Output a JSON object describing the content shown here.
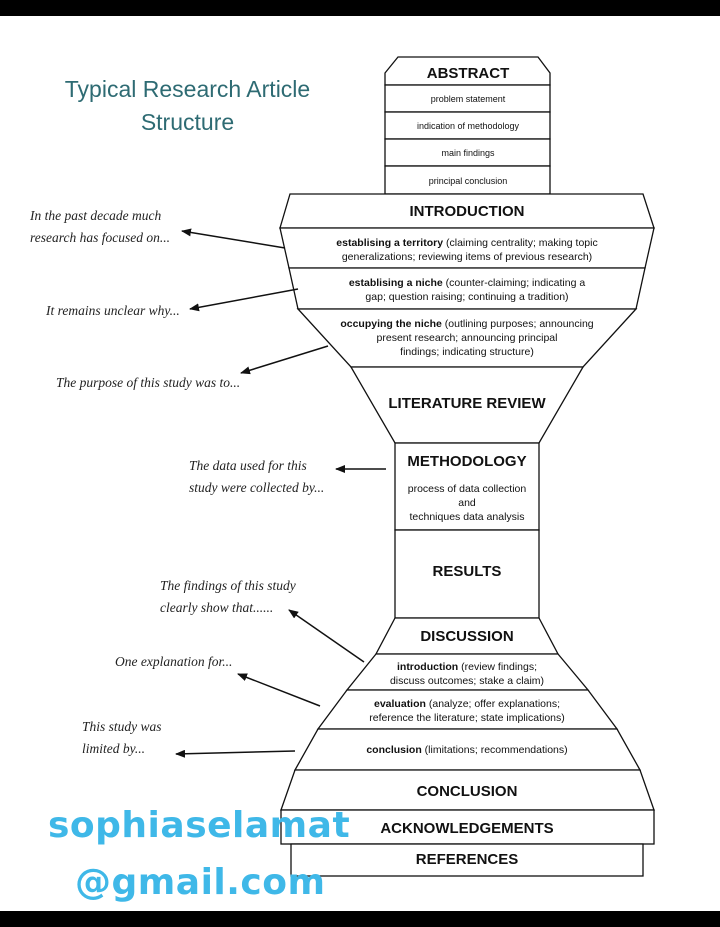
{
  "title": [
    "Typical Research Article",
    "Structure"
  ],
  "sections": {
    "abstract": {
      "heading": "ABSTRACT",
      "items": [
        "problem statement",
        "indication of methodology",
        "main findings",
        "principal conclusion"
      ]
    },
    "introduction": {
      "heading": "INTRODUCTION",
      "moves": [
        {
          "bold": "establising a territory",
          "lines": [
            " (claiming centrality; making topic",
            "generalizations; reviewing items of previous research)"
          ]
        },
        {
          "bold": "establising a niche",
          "lines": [
            " (counter-claiming; indicating a",
            "gap; question raising; continuing a tradition)"
          ]
        },
        {
          "bold": "occupying the niche",
          "lines": [
            " (outlining purposes; announcing",
            "present research; announcing principal",
            "findings; indicating structure)"
          ]
        }
      ]
    },
    "literature_review": {
      "heading": "LITERATURE REVIEW"
    },
    "methodology": {
      "heading": "METHODOLOGY",
      "lines": [
        "process of data collection",
        "and",
        "techniques data analysis"
      ]
    },
    "results": {
      "heading": "RESULTS"
    },
    "discussion": {
      "heading": "DISCUSSION",
      "moves": [
        {
          "bold": "introduction",
          "lines": [
            " (review findings;",
            "discuss outcomes; stake a claim)"
          ]
        },
        {
          "bold": "evaluation",
          "lines": [
            " (analyze; offer explanations;",
            "reference the literature; state implications)"
          ]
        },
        {
          "bold": "conclusion",
          "lines": [
            " (limitations; recommendations)"
          ]
        }
      ]
    },
    "conclusion": {
      "heading": "CONCLUSION"
    },
    "acknowledgements": {
      "heading": "ACKNOWLEDGEMENTS"
    },
    "references": {
      "heading": "REFERENCES"
    }
  },
  "annotations": [
    [
      "In the past decade much",
      "research has focused on..."
    ],
    [
      "It remains unclear why..."
    ],
    [
      "The purpose of this study was to..."
    ],
    [
      "The data used for this",
      "study were collected by..."
    ],
    [
      "The findings of this study",
      "clearly show that......"
    ],
    [
      "One explanation for..."
    ],
    [
      "This study was",
      "limited by..."
    ]
  ],
  "watermark": [
    "sophiaselamat",
    "@gmail.com"
  ]
}
